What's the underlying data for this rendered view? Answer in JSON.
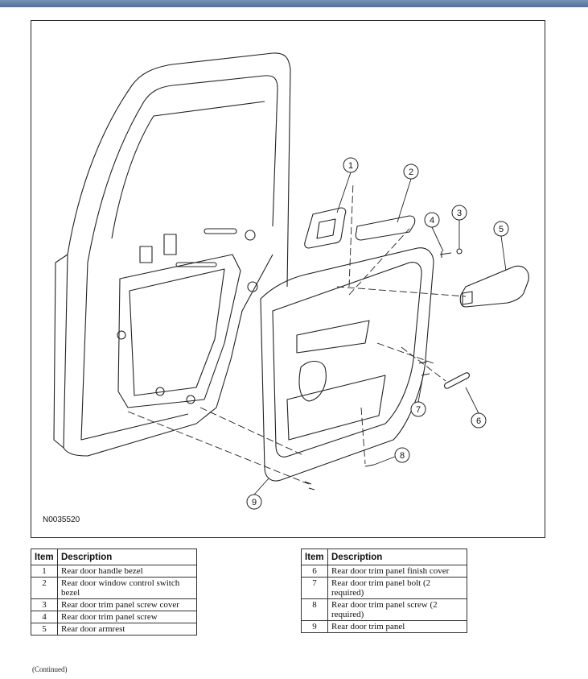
{
  "figure": {
    "id_label": "N0035520",
    "callouts": [
      "1",
      "2",
      "3",
      "4",
      "5",
      "6",
      "7",
      "8",
      "9"
    ]
  },
  "table_headers": {
    "item": "Item",
    "description": "Description"
  },
  "parts_left": [
    {
      "item": "1",
      "description": "Rear door handle bezel"
    },
    {
      "item": "2",
      "description": "Rear door window control switch bezel"
    },
    {
      "item": "3",
      "description": "Rear door trim panel screw cover"
    },
    {
      "item": "4",
      "description": "Rear door trim panel screw"
    },
    {
      "item": "5",
      "description": "Rear door armrest"
    }
  ],
  "parts_right": [
    {
      "item": "6",
      "description": "Rear door trim panel finish cover"
    },
    {
      "item": "7",
      "description": "Rear door trim panel bolt (2 required)"
    },
    {
      "item": "8",
      "description": "Rear door trim panel screw (2 required)"
    },
    {
      "item": "9",
      "description": "Rear door trim panel"
    }
  ],
  "footer": {
    "continued": "(Continued)"
  },
  "colors": {
    "header_bar": "#5b7aa1",
    "line": "#222222"
  }
}
